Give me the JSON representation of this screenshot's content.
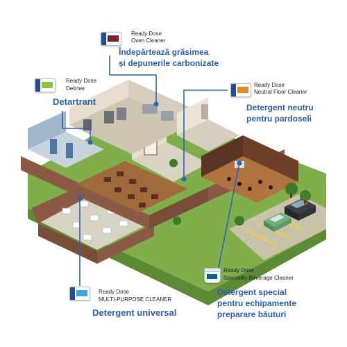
{
  "colors": {
    "accent_blue": "#2d5fae",
    "connector": "#2f62b3",
    "brick": "#8a5a44",
    "grass": "#6f9c3f",
    "floor_wood": "#a06a3c",
    "floor_tile": "#d9d3c4",
    "wall": "#e6ddcf"
  },
  "callouts": {
    "oven": {
      "icon": "product-pack-icon",
      "product_line1": "Ready Dose",
      "product_line2": "Oven Cleaner",
      "ro_line1": "Îndepărtează grăsimea",
      "ro_line2": "și depunerile carbonizate"
    },
    "delimer": {
      "icon": "product-pack-icon",
      "product_line1": "Ready Dose",
      "product_line2": "Delimer",
      "ro_line1": "Detartrant"
    },
    "floor": {
      "icon": "product-pack-icon",
      "product_line1": "Ready Dose",
      "product_line2": "Neutral Floor Cleaner",
      "ro_line1": "Detergent neutru",
      "ro_line2": "pentru pardoseli"
    },
    "beverage": {
      "icon": "product-tub-icon",
      "product_line1": "Ready Dose",
      "product_line2": "Speciality Beverage Cleaner",
      "ro_line1": "Detergent special",
      "ro_line2": "pentru echipamente",
      "ro_line3": "preparare băuturi"
    },
    "multipurpose": {
      "icon": "product-pack-icon",
      "product_line1": "Ready Dose",
      "product_line2": "MULTI-PURPOSE CLEANER",
      "ro_line1": "Detergent universal"
    }
  }
}
